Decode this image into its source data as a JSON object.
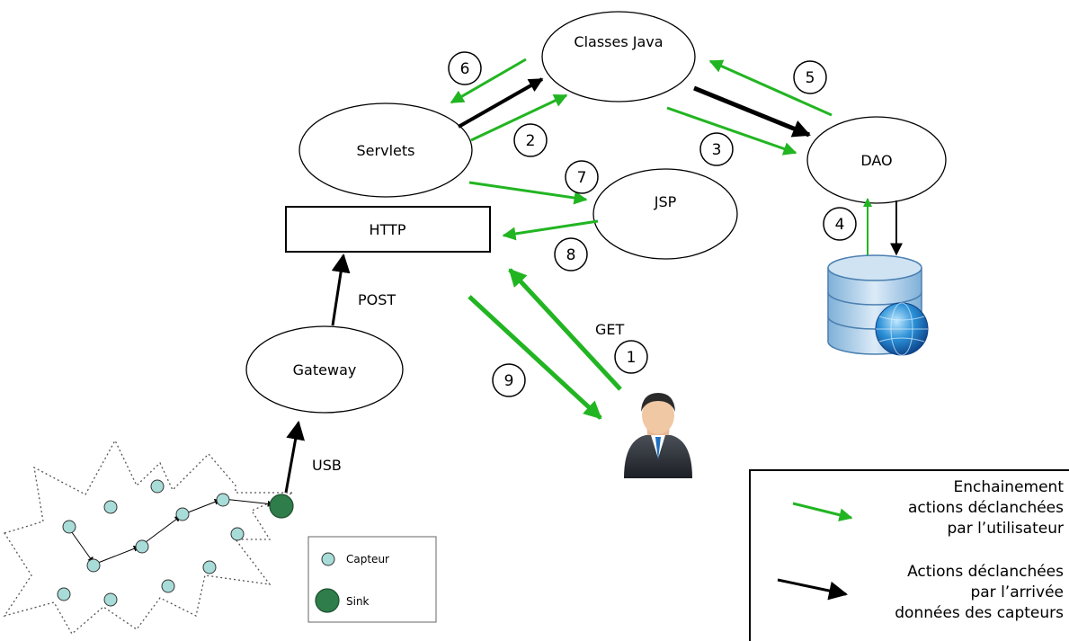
{
  "nodes": {
    "classes_java": "Classes Java",
    "servlets": "Servlets",
    "dao": "DAO",
    "jsp": "JSP",
    "http": "HTTP",
    "gateway": "Gateway"
  },
  "edge_labels": {
    "post": "POST",
    "usb": "USB",
    "get": "GET"
  },
  "steps": [
    "1",
    "2",
    "3",
    "4",
    "5",
    "6",
    "7",
    "8",
    "9"
  ],
  "network_legend": {
    "capteur": "Capteur",
    "sink": "Sink"
  },
  "legend": {
    "green_lines": [
      "Enchainement",
      "actions déclanchées",
      "par l’utilisateur"
    ],
    "black_lines": [
      "Actions déclanchées",
      "par l’arrivée",
      "données des capteurs"
    ]
  },
  "colors": {
    "green": "#22b522",
    "black": "#000000",
    "sensor": "#a8dcd8",
    "sink": "#2e7d4a"
  },
  "icons": {
    "database": "database-globe-icon",
    "user": "user-icon"
  }
}
